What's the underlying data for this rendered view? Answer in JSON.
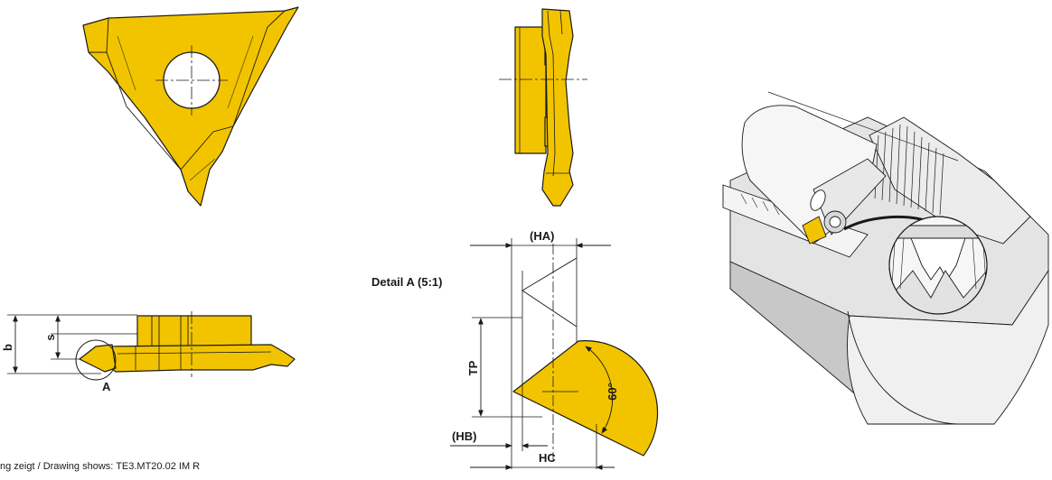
{
  "colors": {
    "insert_fill": "#f2c400",
    "outline": "#1a1a1a",
    "holder_light": "#f2f2f2",
    "holder_mid": "#e0e0e0",
    "holder_dark": "#c8c8c8",
    "background": "#ffffff"
  },
  "labels": {
    "dim_b": "b",
    "dim_s": "s",
    "marker_A": "A",
    "detail_title": "Detail A (5:1)",
    "dim_HA": "(HA)",
    "dim_TP": "TP",
    "dim_HB": "(HB)",
    "dim_HC": "HC",
    "angle": "60°"
  },
  "footer_note": "ng zeigt / Drawing shows: TE3.MT20.02 IM  R"
}
